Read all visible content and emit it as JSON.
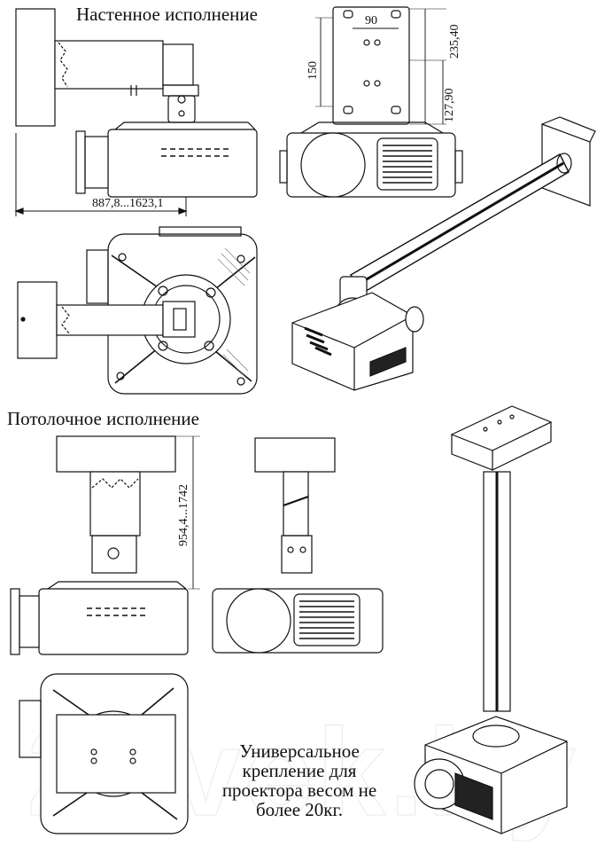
{
  "titles": {
    "wall": "Настенное исполнение",
    "ceiling": "Потолочное исполнение"
  },
  "dimensions": {
    "wall_reach": "887,8...1623,1",
    "plate_width": "90",
    "plate_height": "150",
    "overall_height": "235,40",
    "lower_height": "127,90",
    "ceiling_drop": "954,4...1742"
  },
  "caption": {
    "line1": "Универсальное",
    "line2": "крепление для",
    "line3": "проектора весом не",
    "line4": "более 20кг."
  },
  "watermark": "21vek.by"
}
